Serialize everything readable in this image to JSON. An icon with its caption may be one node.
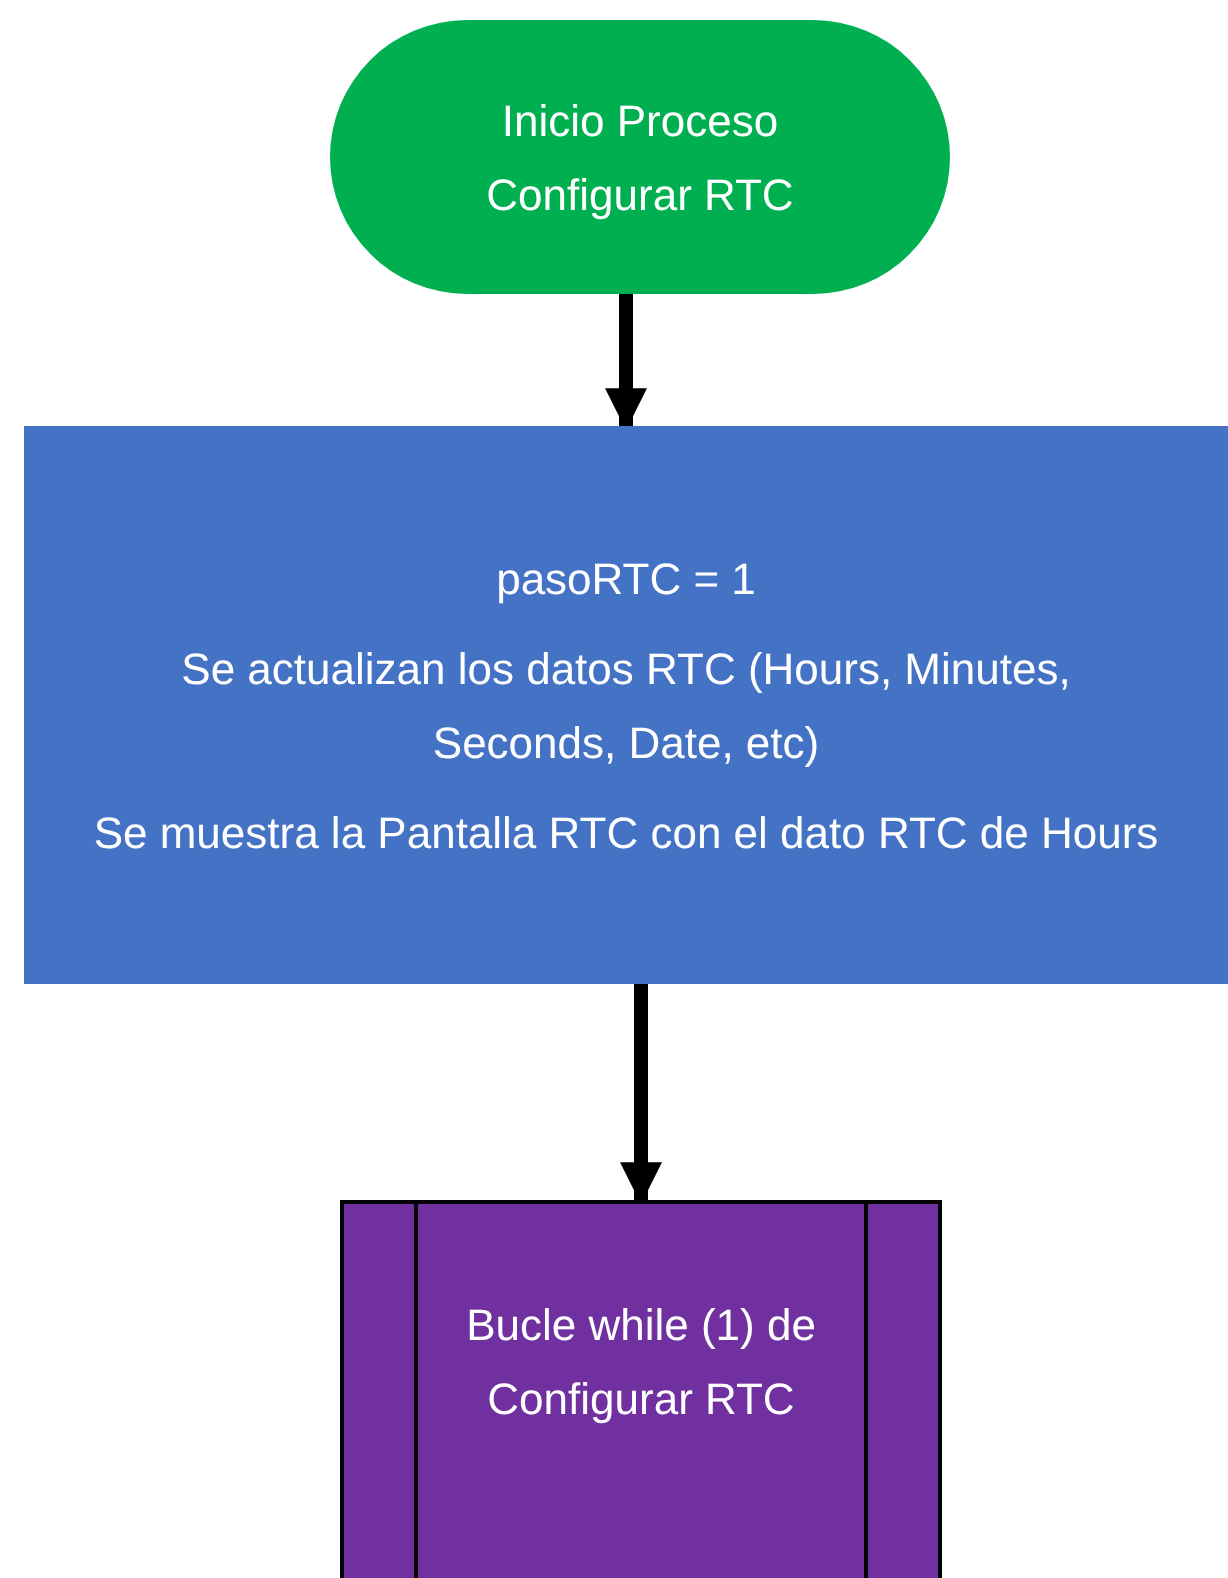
{
  "diagram": {
    "nodes": [
      {
        "text": [
          "Inicio Proceso Configurar RTC"
        ]
      },
      {
        "text": [
          "pasoRTC = 1",
          "Se actualizan los datos RTC (Hours, Minutes, Seconds, Date, etc)",
          "Se muestra la Pantalla RTC con el dato RTC de Hours"
        ]
      },
      {
        "text": [
          "Bucle while (1) de Configurar RTC"
        ]
      }
    ],
    "edges": [
      {
        "from": 0,
        "to": 1,
        "arrow": "to"
      },
      {
        "from": 1,
        "to": 2,
        "arrow": "to"
      }
    ]
  }
}
